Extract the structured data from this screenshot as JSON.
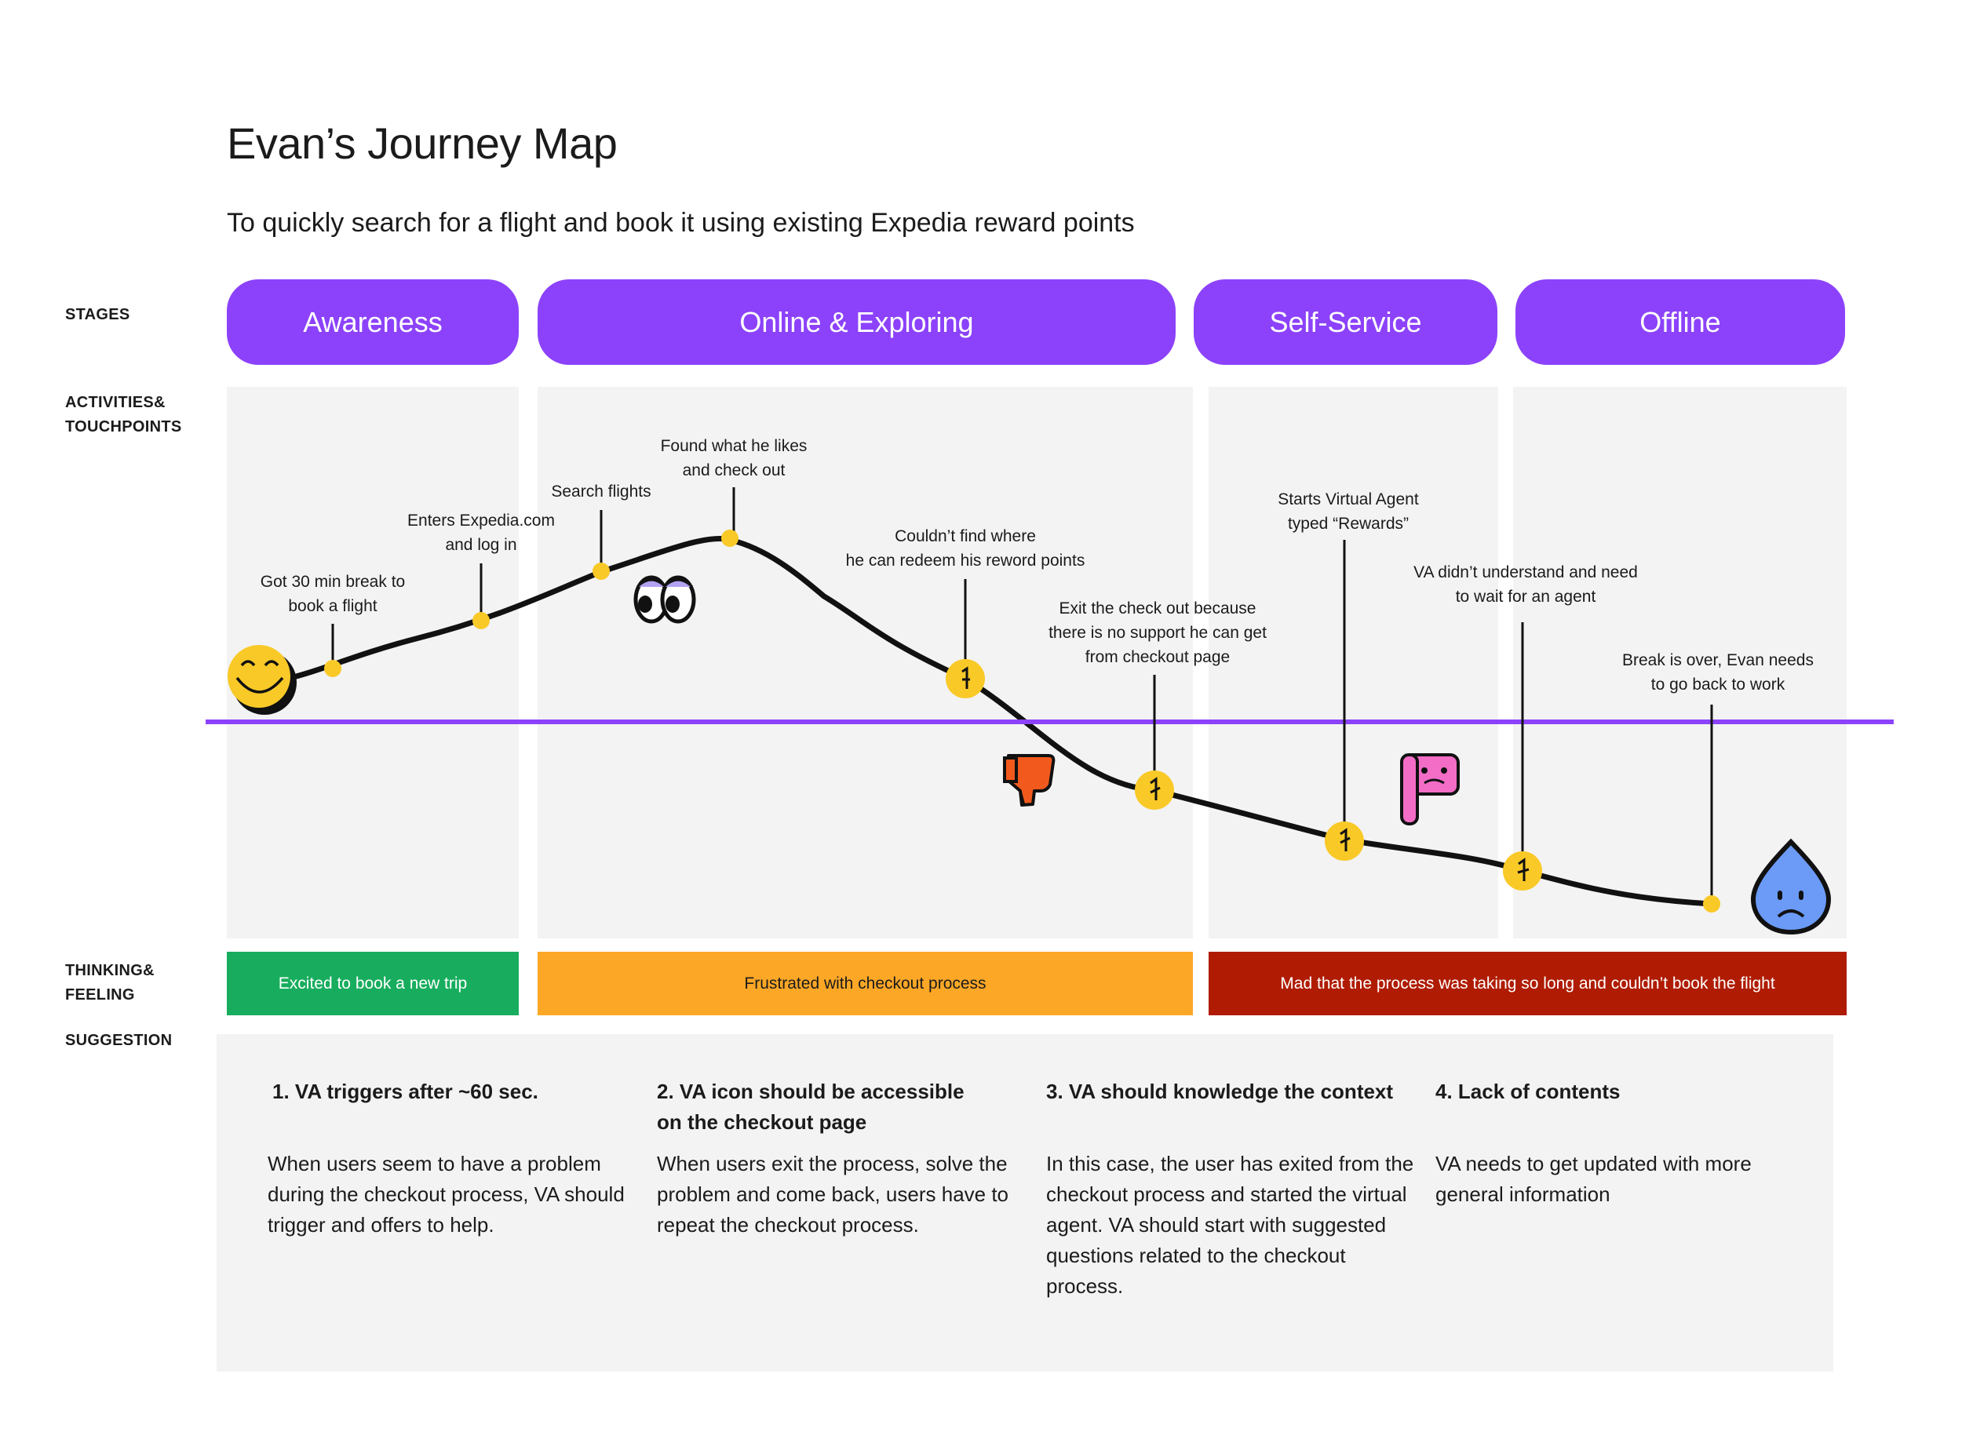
{
  "title": "Evan’s Journey Map",
  "subtitle": "To quickly search for a flight and book it using existing Expedia reward points",
  "row_labels": {
    "stages": "STAGES",
    "activities_1": "ACTIVITIES&",
    "activities_2": "TOUCHPOINTS",
    "thinking_1": "THINKING&",
    "thinking_2": "FEELING",
    "suggestion": "SUGGESTION"
  },
  "stages": [
    "Awareness",
    "Online & Exploring",
    "Self-Service",
    "Offline"
  ],
  "touchpoints": [
    {
      "lines": [
        "Got 30 min break to",
        "book a flight"
      ]
    },
    {
      "lines": [
        "Enters Expedia.com",
        "and log in"
      ]
    },
    {
      "lines": [
        "Search flights"
      ]
    },
    {
      "lines": [
        "Found what he likes",
        "and check out"
      ]
    },
    {
      "lines": [
        "Couldn’t find where",
        "he can redeem his reword points"
      ]
    },
    {
      "lines": [
        "Exit the check out because",
        "there is no support he can get",
        "from checkout page"
      ]
    },
    {
      "lines": [
        "Starts Virtual Agent",
        "typed “Rewards”"
      ]
    },
    {
      "lines": [
        "VA didn’t understand and need",
        "to wait for an agent"
      ]
    },
    {
      "lines": [
        "Break is over, Evan needs",
        "to go back to work"
      ]
    }
  ],
  "icons": [
    "smiley-icon",
    "eyes-icon",
    "thumbs-down-icon",
    "flag-face-icon",
    "sad-drop-icon"
  ],
  "colors": {
    "stage": "#8c42fa",
    "panel": "#f3f3f3",
    "baseline": "#8c42fa",
    "marker": "#f9c927",
    "excited": "#18ad5e",
    "frustrated": "#fda727",
    "mad": "#af1c03"
  },
  "feelings": [
    {
      "text": "Excited to book a new trip"
    },
    {
      "text": "Frustrated with checkout process"
    },
    {
      "text": "Mad that the process was taking so long and couldn’t book the flight"
    }
  ],
  "suggestions": [
    {
      "title": "1.  VA triggers after ~60 sec.",
      "body": "When users seem to have a problem during the checkout process, VA should trigger and offers to help."
    },
    {
      "title": "2. VA icon should be accessible on the checkout page",
      "body": "When users exit the process, solve the problem and come back, users have to repeat the checkout process."
    },
    {
      "title": "3. VA should knowledge the context",
      "body": "In this case, the user has exited from the checkout process and started the virtual agent. VA should start with suggested questions related to the checkout process."
    },
    {
      "title": "4. Lack of contents",
      "body": "VA needs to get updated with more general information"
    }
  ]
}
